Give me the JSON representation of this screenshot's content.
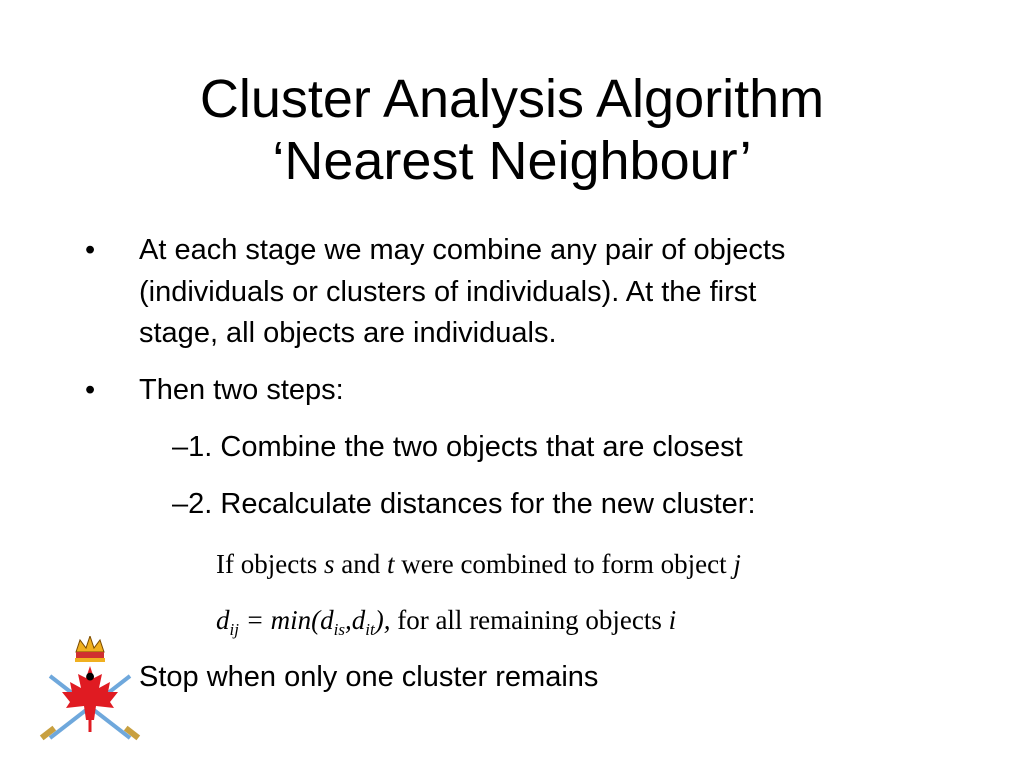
{
  "slide": {
    "title_line1": "Cluster Analysis Algorithm",
    "title_line2": "‘Nearest Neighbour’",
    "bullets": [
      {
        "marker": "•",
        "lines": [
          "At each stage we may combine any pair of objects",
          "(individuals or clusters of individuals). At the first",
          "stage, all objects are individuals."
        ]
      },
      {
        "marker": "•",
        "text": "Then two steps:"
      },
      {
        "marker": "•",
        "text": "Stop when only one cluster remains"
      }
    ],
    "sub_steps": [
      "–1. Combine the two objects that are closest",
      "–2. Recalculate distances for the new cluster:"
    ],
    "rule_line1": {
      "t1": "If objects ",
      "v1": "s",
      "t2": " and ",
      "v2": "t",
      "t3": " were combined to form object ",
      "v3": "j"
    },
    "rule_line2": {
      "d": "d",
      "sub_ij": "ij",
      "eq": " = min(d",
      "sub_is": "is",
      "comma_d": ",d",
      "sub_it": "it",
      "close": "),",
      "rest": " for all remaining objects ",
      "var_i": "i"
    }
  },
  "emblem": {
    "icon": "canadian-army-badge-icon",
    "colors": {
      "leaf": "#e01b22",
      "crown": "#f0b020",
      "swords": "#c8a040",
      "blades": "#6fa8dc"
    }
  }
}
